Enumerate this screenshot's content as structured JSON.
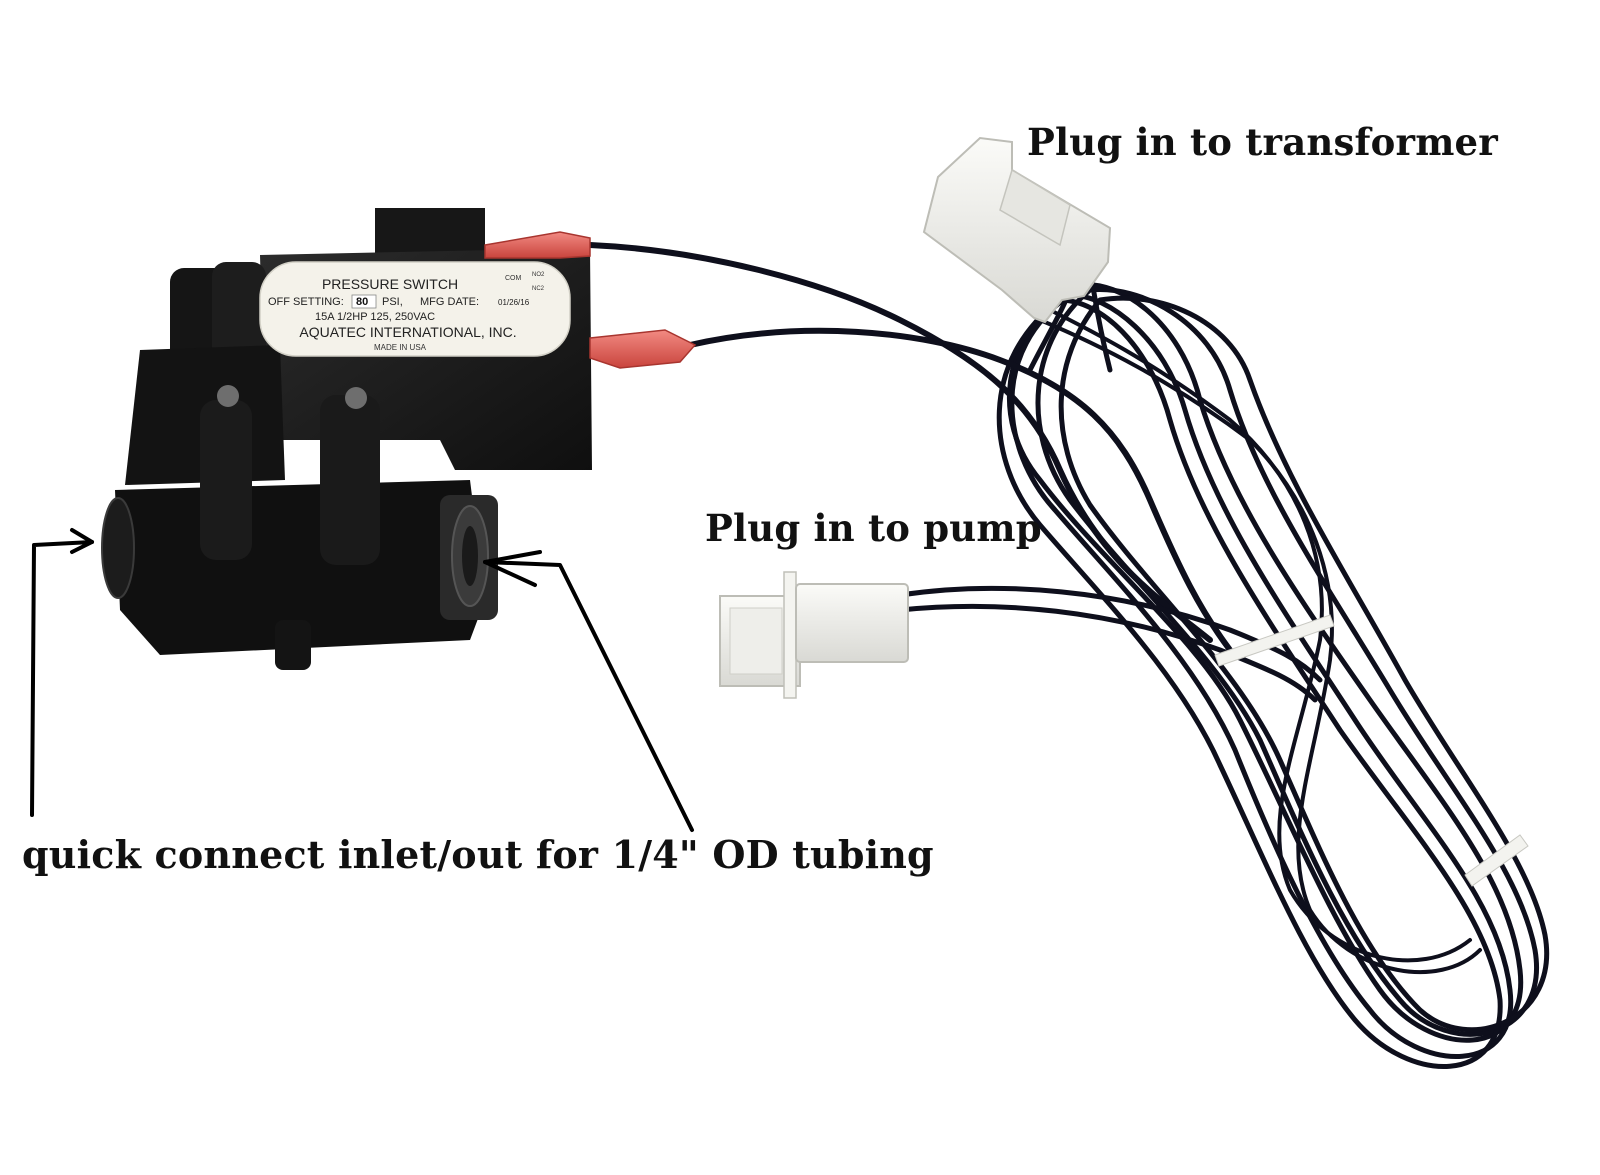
{
  "captions": {
    "transformer": "Plug in to transformer",
    "pump": "Plug in to pump",
    "inlet": "quick connect inlet/out for 1/4\" OD tubing"
  },
  "label": {
    "title": "PRESSURE SWITCH",
    "off_setting_prefix": "OFF SETTING:",
    "off_setting_value": "80",
    "off_setting_unit": "PSI,",
    "mfg_date_label": "MFG DATE:",
    "mfg_date": "01/26/16",
    "rating": "15A 1/2HP 125, 250VAC",
    "company": "AQUATEC INTERNATIONAL, INC.",
    "origin": "MADE IN USA",
    "com": "COM",
    "no": "NO2",
    "nc": "NC2"
  },
  "colors": {
    "background": "#ffffff",
    "body": "#1a1a1a",
    "wire": "#0e0f1c",
    "connector": "#f1f1ee",
    "terminal": "#e2645e",
    "annotation": "#000000"
  }
}
